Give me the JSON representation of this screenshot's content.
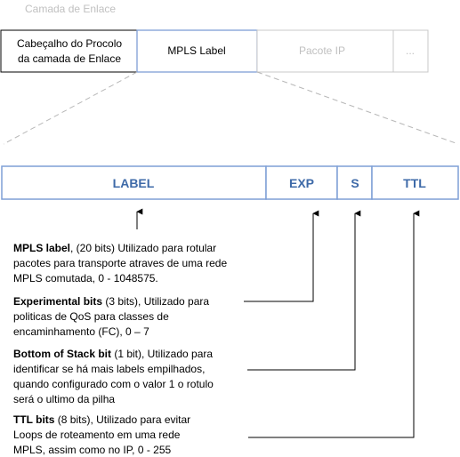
{
  "layer_label": "Camada de Enlace",
  "frame": {
    "header_line1": "Cabeçalho do Procolo",
    "header_line2": "da camada de Enlace",
    "mpls_label": "MPLS Label",
    "ip_packet": "Pacote IP",
    "ellipsis": "..."
  },
  "fields": {
    "label": "LABEL",
    "exp": "EXP",
    "s": "S",
    "ttl": "TTL"
  },
  "descriptions": {
    "label": {
      "title": "MPLS label",
      "line1": ", (20 bits) Utilizado para rotular",
      "line2": "pacotes para transporte atraves de uma rede",
      "line3": "MPLS comutada,  0 - 1048575."
    },
    "exp": {
      "title": "Experimental bits",
      "line1": " (3 bits), Utilizado para",
      "line2": "politicas de QoS para classes de",
      "line3": "encaminhamento (FC), 0 – 7"
    },
    "s": {
      "title": "Bottom of Stack bit",
      "line1": " (1 bit), Utilizado para",
      "line2": "identificar se há mais labels empilhados,",
      "line3": "quando configurado com o valor  1 o rotulo",
      "line4": "será o ultimo da pilha"
    },
    "ttl": {
      "title": "TTL bits",
      "line1": " (8 bits), Utilizado para evitar",
      "line2": "Loops de roteamento em uma rede",
      "line3": "MPLS, assim como no IP, 0 - 255"
    }
  },
  "colors": {
    "accent_blue": "#3e6aa8",
    "box_border": "#7f9fd6",
    "faded_gray": "#c8c8c8",
    "faded_text": "#c0c0c0",
    "text": "#000000"
  }
}
